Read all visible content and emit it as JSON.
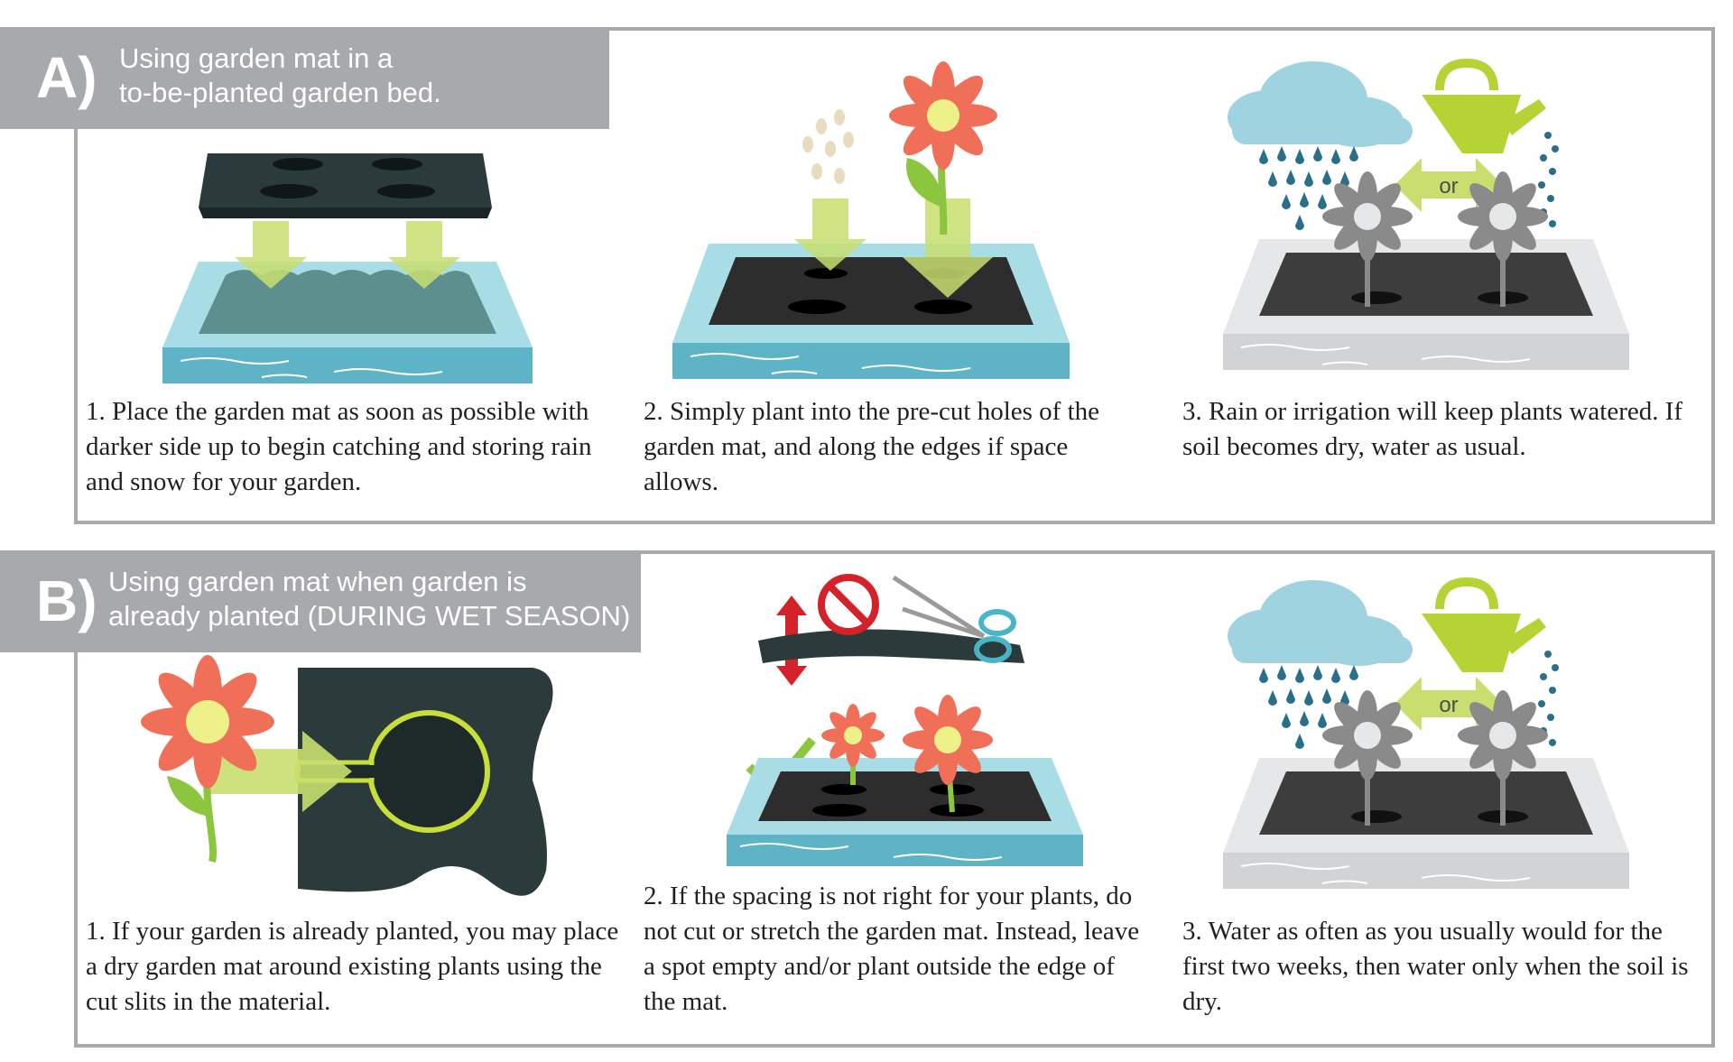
{
  "sections": [
    {
      "letter": "A)",
      "title_line1": "Using garden mat in a",
      "title_line2": "to-be-planted garden bed.",
      "steps": [
        "1. Place the garden mat as soon as possible with darker side up to begin catching and storing rain and snow for your garden.",
        "2. Simply plant into the pre-cut holes of the garden mat, and along the edges if space allows.",
        "3. Rain or irrigation will keep plants watered. If soil becomes dry, water as usual."
      ],
      "or_label": "or"
    },
    {
      "letter": "B)",
      "title_line1": "Using garden mat when garden is",
      "title_line2": "already planted (DURING WET SEASON)",
      "steps": [
        "1. If your garden is already planted, you may place a dry garden mat around existing plants using the cut slits in the material.",
        "2. If the spacing is not right for your plants, do not cut or stretch the garden mat. Instead, leave a spot empty and/or plant outside the edge of the mat.",
        "3. Water as often as you usually would for the first two weeks, then water only when the soil is dry."
      ],
      "or_label": "or"
    }
  ],
  "colors": {
    "banner_gray": "#a7a9ac",
    "frame_gray": "#a7a9ac",
    "mat_dark": "#2b3a3a",
    "bed_blue": "#a8dde6",
    "bed_blue_dark": "#5fb3c7",
    "arrow_green": "#c8df6f",
    "petal_coral": "#ef6f59",
    "flower_center": "#eef08a",
    "leaf_green": "#8cc63f",
    "rain_cloud": "#9fd3e0",
    "rain_drop": "#2a6f8a",
    "watering_can": "#b5d334",
    "bed_gray": "#e6e7e8",
    "flower_gray": "#8a8a8a",
    "no_sign_red": "#d3222a",
    "scissor_teal": "#4bb5c8",
    "check_green": "#8cc63f"
  },
  "icons": [
    "garden-mat-icon",
    "garden-bed-icon",
    "seed-icon",
    "flower-icon",
    "rain-cloud-icon",
    "watering-can-icon",
    "double-arrow-icon",
    "scissors-icon",
    "no-sign-icon",
    "checkmark-icon",
    "stretch-arrow-icon"
  ]
}
